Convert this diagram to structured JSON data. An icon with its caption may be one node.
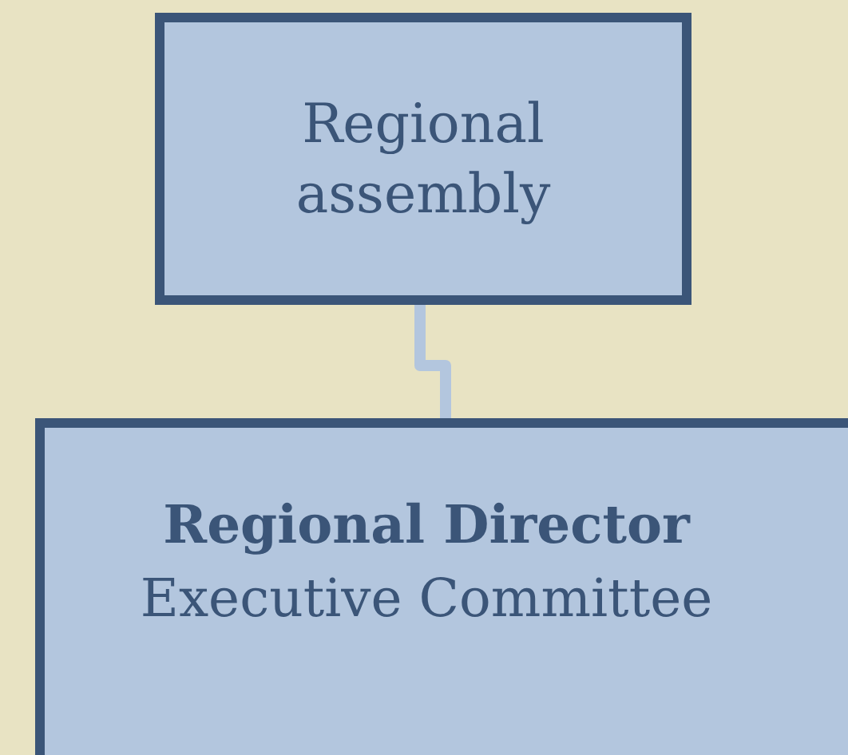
{
  "diagram": {
    "nodes": [
      {
        "text": [
          "Regional assembly"
        ]
      },
      {
        "text": [
          "Regional Director",
          "Executive Committee"
        ]
      }
    ],
    "edges": [
      {
        "from": 0,
        "to": 1,
        "arrow": "none"
      }
    ]
  }
}
